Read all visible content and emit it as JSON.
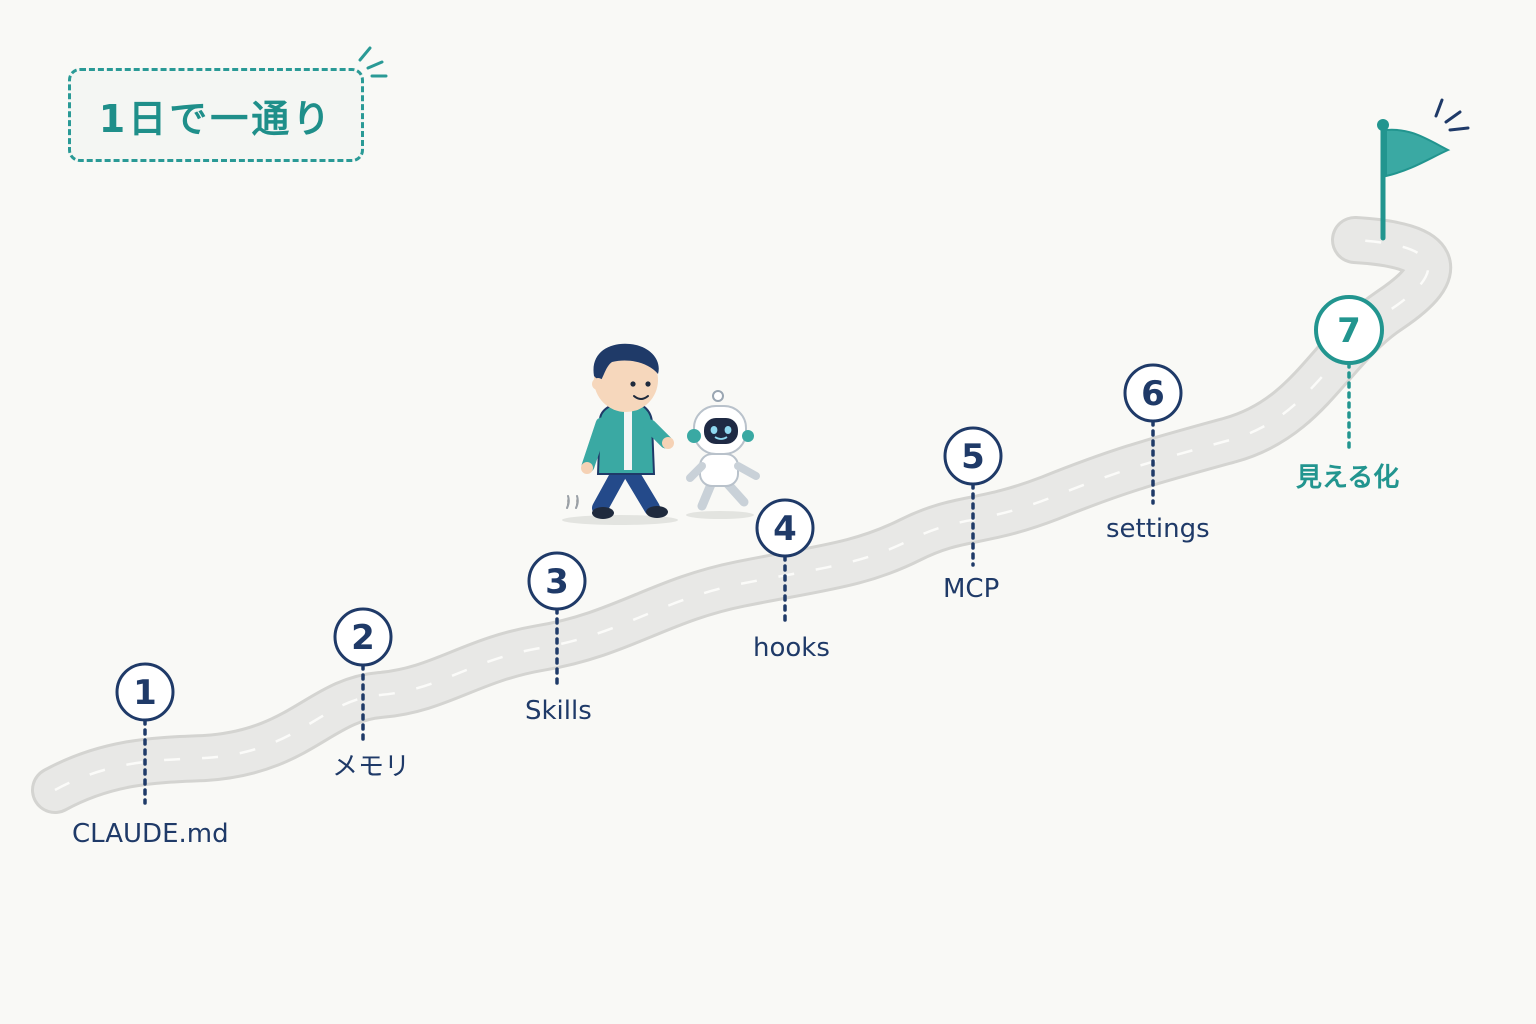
{
  "badge": {
    "label": "1日で一通り"
  },
  "colors": {
    "navy": "#1f3a68",
    "teal": "#22958f",
    "road": "#e6e6e4",
    "road_edge": "#d3d3d0"
  },
  "steps": [
    {
      "number": "1",
      "label": "CLAUDE.md"
    },
    {
      "number": "2",
      "label": "メモリ"
    },
    {
      "number": "3",
      "label": "Skills"
    },
    {
      "number": "4",
      "label": "hooks"
    },
    {
      "number": "5",
      "label": "MCP"
    },
    {
      "number": "6",
      "label": "settings"
    },
    {
      "number": "7",
      "label": "見える化"
    }
  ],
  "icons": [
    "goal-flag-icon",
    "walking-person-icon",
    "robot-companion-icon"
  ]
}
